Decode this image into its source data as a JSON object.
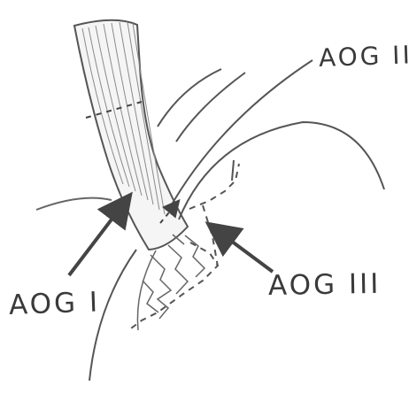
{
  "labels": {
    "aog_i": "AOG I",
    "aog_ii": "AOG II",
    "aog_iii": "AOG III"
  }
}
